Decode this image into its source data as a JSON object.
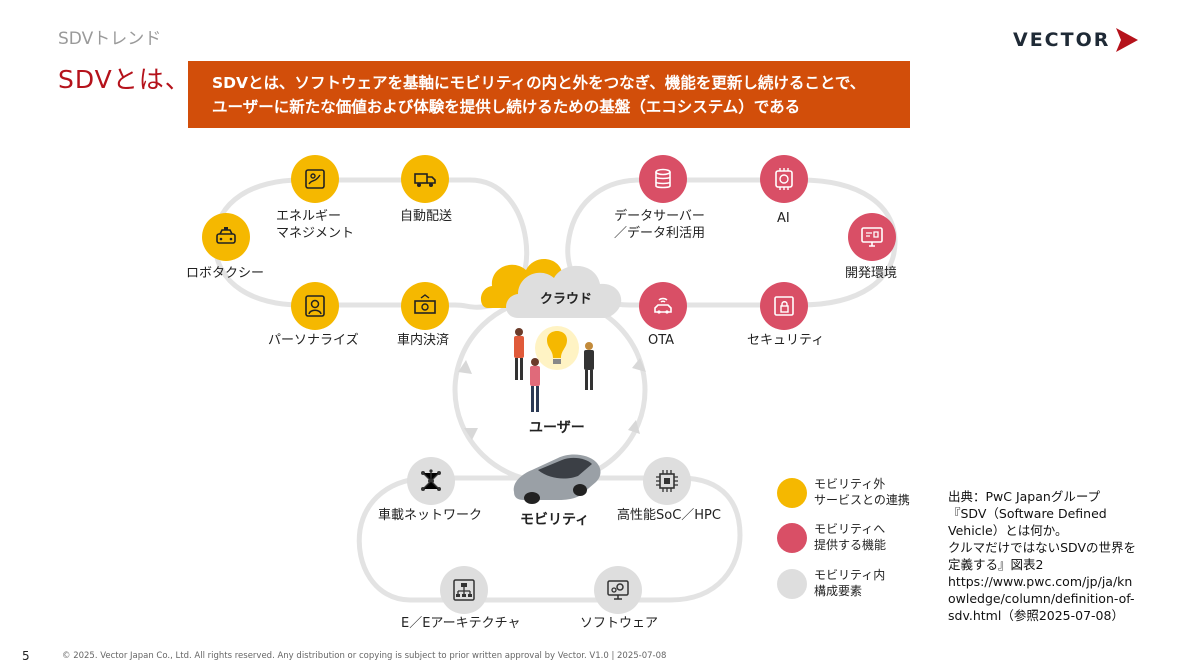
{
  "header": {
    "section": "SDVトレンド",
    "title": "SDVとは、",
    "banner_line1": "SDVとは、ソフトウェアを基軸にモビリティの内と外をつなぎ、機能を更新し続けることで、",
    "banner_line2": "ユーザーに新たな価値および体験を提供し続けるための基盤（エコシステム）である",
    "logo": "VECTOR"
  },
  "colors": {
    "accent_red": "#b5121b",
    "banner_orange": "#d24e0a",
    "yellow": "#f5b800",
    "pink_red": "#d94f66",
    "gray": "#dedede"
  },
  "left_loop": {
    "robotaxi": "ロボタクシー",
    "energy_1": "エネルギー",
    "energy_2": "マネジメント",
    "delivery": "自動配送",
    "personalize": "パーソナライズ",
    "payment": "車内決済"
  },
  "right_loop": {
    "data_1": "データサーバー",
    "data_2": "／データ利活用",
    "ai": "AI",
    "devenv": "開発環境",
    "ota": "OTA",
    "security": "セキュリティ"
  },
  "center": {
    "cloud": "クラウド",
    "user": "ユーザー",
    "mobility": "モビリティ"
  },
  "bottom_loop": {
    "network": "車載ネットワーク",
    "soc": "高性能SoC／HPC",
    "ee": "E／Eアーキテクチャ",
    "software": "ソフトウェア"
  },
  "legend": {
    "yellow_1": "モビリティ外",
    "yellow_2": "サービスとの連携",
    "red_1": "モビリティへ",
    "red_2": "提供する機能",
    "gray_1": "モビリティ内",
    "gray_2": "構成要素"
  },
  "source": {
    "line1": "出典：PwC Japanグループ",
    "line2": "『SDV（Software Defined",
    "line3": "Vehicle）とは何か。",
    "line4": "クルマだけではないSDVの世界を",
    "line5": "定義する』図表2",
    "line6": "https://www.pwc.com/jp/ja/kn",
    "line7": "owledge/column/definition-of-",
    "line8": "sdv.html（参照2025-07-08）"
  },
  "footer": {
    "page": "5",
    "copyright": "© 2025. Vector Japan Co., Ltd. All rights reserved. Any distribution or copying is subject to prior written approval by Vector. V1.0 | 2025-07-08"
  }
}
